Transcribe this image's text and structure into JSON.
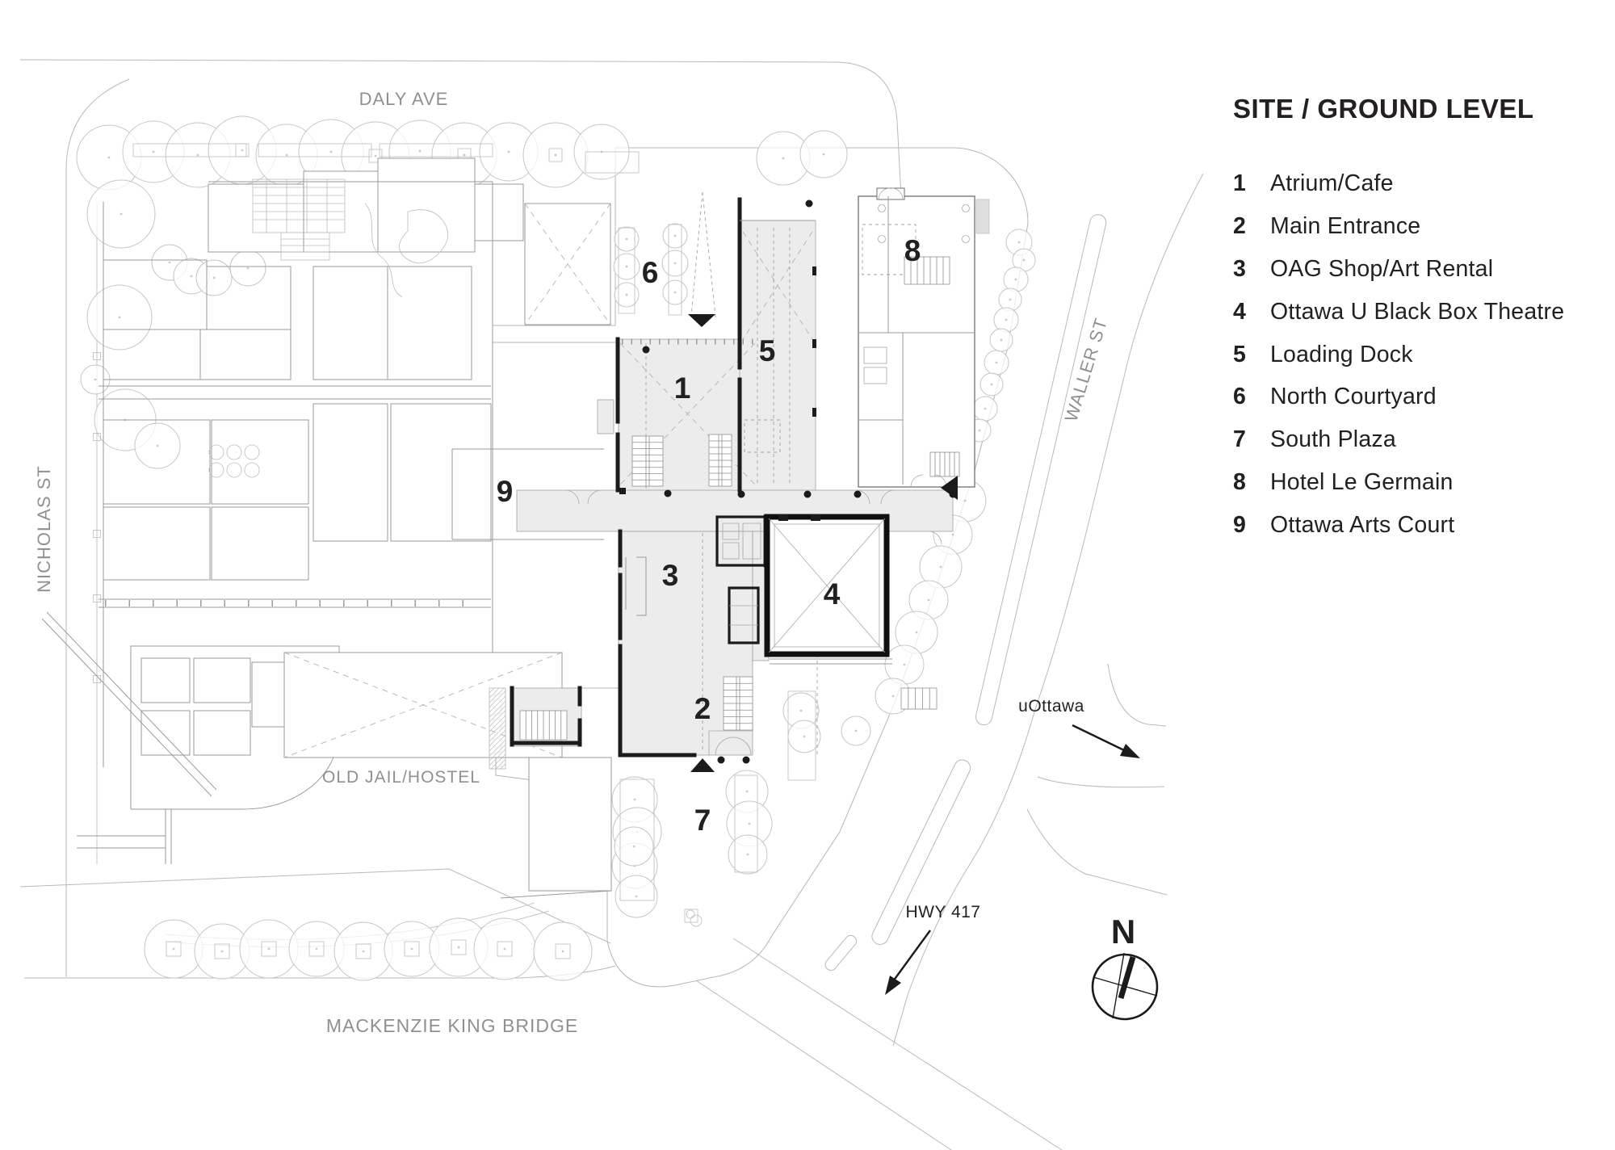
{
  "title": "SITE / GROUND LEVEL",
  "legend": {
    "items": [
      {
        "num": "1",
        "label": "Atrium/Cafe"
      },
      {
        "num": "2",
        "label": "Main Entrance"
      },
      {
        "num": "3",
        "label": "OAG Shop/Art Rental"
      },
      {
        "num": "4",
        "label": "Ottawa U Black Box Theatre"
      },
      {
        "num": "5",
        "label": "Loading Dock"
      },
      {
        "num": "6",
        "label": "North Courtyard"
      },
      {
        "num": "7",
        "label": "South Plaza"
      },
      {
        "num": "8",
        "label": "Hotel Le Germain"
      },
      {
        "num": "9",
        "label": "Ottawa Arts Court"
      }
    ]
  },
  "streets": {
    "daly": "DALY AVE",
    "nicholas": "NICHOLAS ST",
    "waller": "WALLER ST",
    "mackenzie": "MACKENZIE KING BRIDGE"
  },
  "labels": {
    "old_jail": "OLD JAIL/HOSTEL",
    "uottawa": "uOttawa",
    "hwy417": "HWY 417",
    "north": "N"
  },
  "plan_numbers": [
    {
      "n": "1"
    },
    {
      "n": "2"
    },
    {
      "n": "3"
    },
    {
      "n": "4"
    },
    {
      "n": "5"
    },
    {
      "n": "6"
    },
    {
      "n": "7"
    },
    {
      "n": "8"
    },
    {
      "n": "9"
    }
  ],
  "colors": {
    "ink": "#232021",
    "street_label": "#8f9093",
    "building_fill": "#ececec",
    "wall": "#1b1b1b",
    "paving_line": "#c9c9c9"
  }
}
